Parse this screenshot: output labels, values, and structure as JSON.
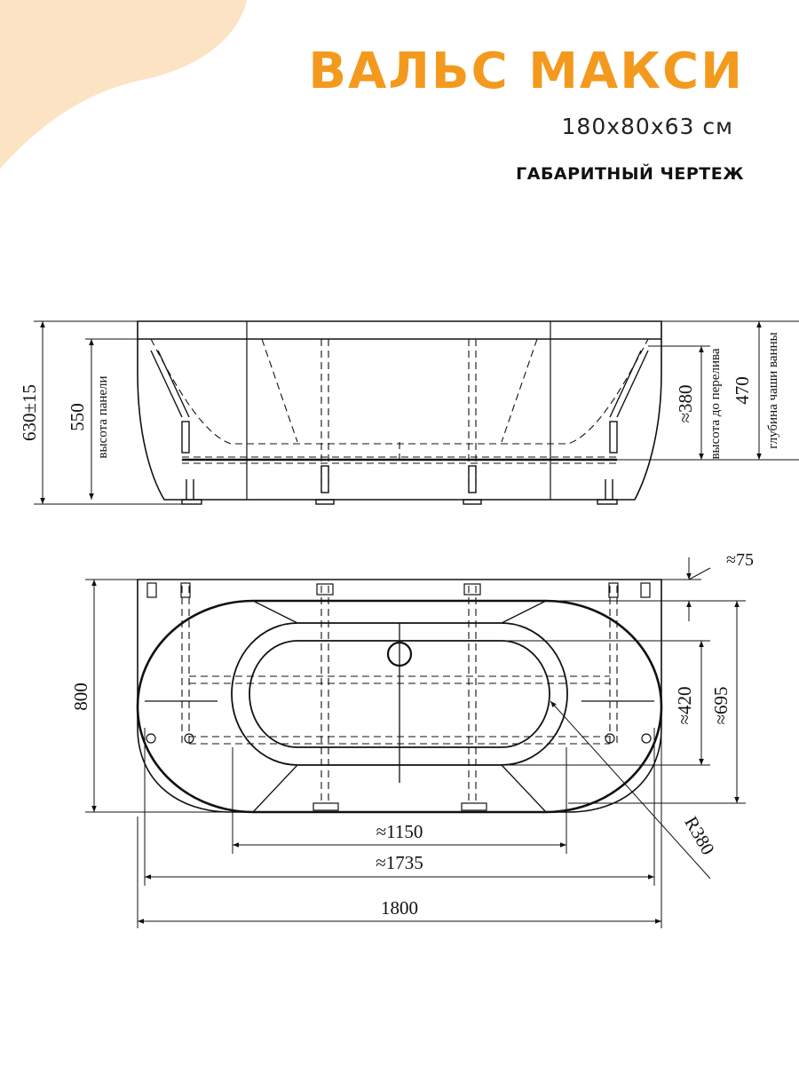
{
  "header": {
    "title": "ВАЛЬС МАКСИ",
    "size": "180x80x63 см",
    "section": "ГАБАРИТНЫЙ ЧЕРТЕЖ"
  },
  "colors": {
    "accent": "#f39a1e",
    "blob": "#fbe3c3",
    "line": "#111111"
  },
  "side_view": {
    "dim_total_height": "630±15",
    "dim_panel_height": "550",
    "label_panel_height": "высота панели",
    "dim_overflow": "≈380",
    "label_overflow": "высота до перелива",
    "dim_depth": "470",
    "label_depth": "глубина чаши ванны"
  },
  "top_view": {
    "dim_width": "800",
    "dim_rim": "≈75",
    "dim_inner_width": "≈420",
    "dim_outer_width": "≈695",
    "dim_radius": "R380",
    "dim_inner_length": "≈1150",
    "dim_outer_length": "≈1735",
    "dim_total_length": "1800"
  }
}
